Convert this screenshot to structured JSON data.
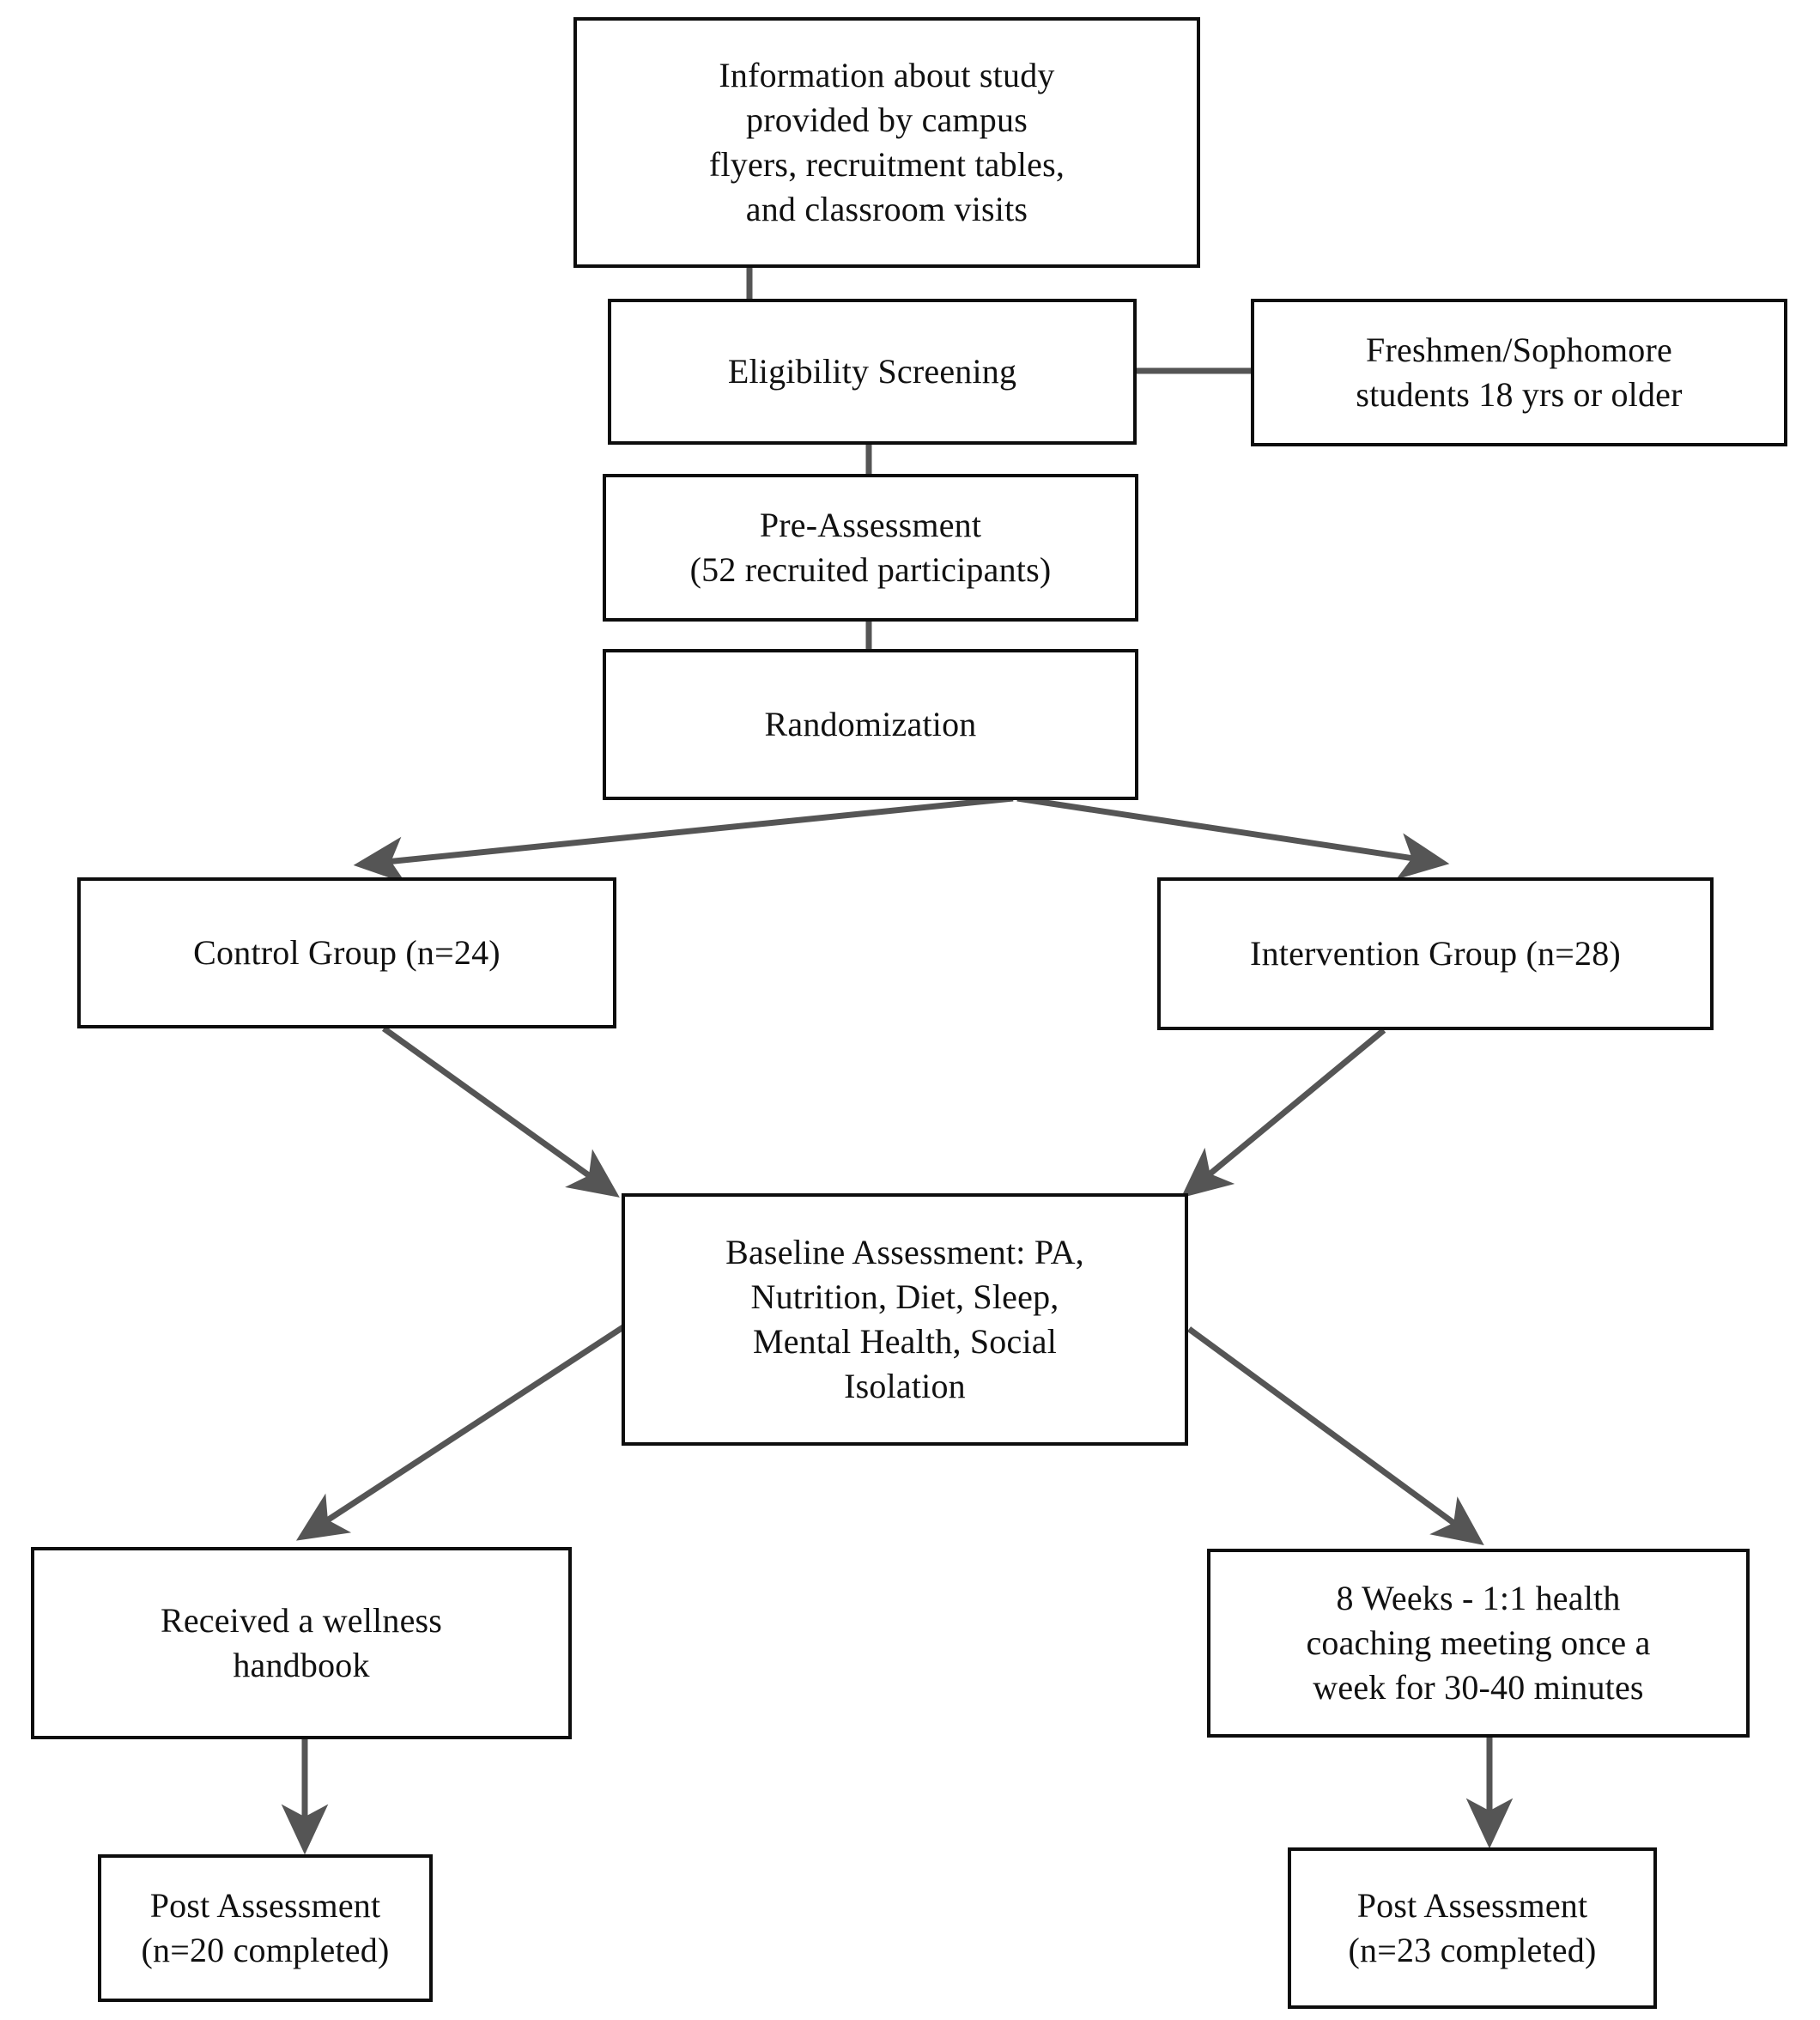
{
  "diagram": {
    "type": "flowchart",
    "title": "Study participant flow diagram",
    "theme": {
      "background": "#ffffff",
      "box_border": "#0d0d0d",
      "text": "#111111",
      "connector": "#555555"
    },
    "nodes": [
      {
        "id": "recruitment",
        "label": "Information about study\nprovided by campus\nflyers, recruitment tables,\nand classroom visits"
      },
      {
        "id": "eligibility",
        "label": "Eligibility Screening"
      },
      {
        "id": "criteria",
        "label": "Freshmen/Sophomore\nstudents 18 yrs or older"
      },
      {
        "id": "pre-assessment",
        "label": "Pre-Assessment\n(52 recruited participants)"
      },
      {
        "id": "randomization",
        "label": "Randomization"
      },
      {
        "id": "control-group",
        "label": "Control Group (n=24)"
      },
      {
        "id": "intervention-group",
        "label": "Intervention Group (n=28)"
      },
      {
        "id": "baseline-assessment",
        "label": "Baseline Assessment: PA,\nNutrition, Diet, Sleep,\nMental Health, Social\nIsolation"
      },
      {
        "id": "wellness-handbook",
        "label": "Received a wellness\nhandbook"
      },
      {
        "id": "health-coaching",
        "label": "8 Weeks - 1:1 health\ncoaching meeting once a\nweek for 30-40 minutes"
      },
      {
        "id": "post-assessment-control",
        "label": "Post Assessment\n(n=20 completed)"
      },
      {
        "id": "post-assessment-intervention",
        "label": "Post Assessment\n(n=23 completed)"
      }
    ],
    "edges": [
      {
        "from": "recruitment",
        "to": "eligibility",
        "style": "plain"
      },
      {
        "from": "eligibility",
        "to": "criteria",
        "style": "plain"
      },
      {
        "from": "eligibility",
        "to": "pre-assessment",
        "style": "plain"
      },
      {
        "from": "pre-assessment",
        "to": "randomization",
        "style": "plain"
      },
      {
        "from": "randomization",
        "to": "control-group",
        "style": "arrow"
      },
      {
        "from": "randomization",
        "to": "intervention-group",
        "style": "arrow"
      },
      {
        "from": "control-group",
        "to": "baseline-assessment",
        "style": "arrow"
      },
      {
        "from": "intervention-group",
        "to": "baseline-assessment",
        "style": "arrow"
      },
      {
        "from": "baseline-assessment",
        "to": "wellness-handbook",
        "style": "arrow"
      },
      {
        "from": "baseline-assessment",
        "to": "health-coaching",
        "style": "arrow"
      },
      {
        "from": "wellness-handbook",
        "to": "post-assessment-control",
        "style": "arrow"
      },
      {
        "from": "health-coaching",
        "to": "post-assessment-intervention",
        "style": "arrow"
      }
    ]
  }
}
